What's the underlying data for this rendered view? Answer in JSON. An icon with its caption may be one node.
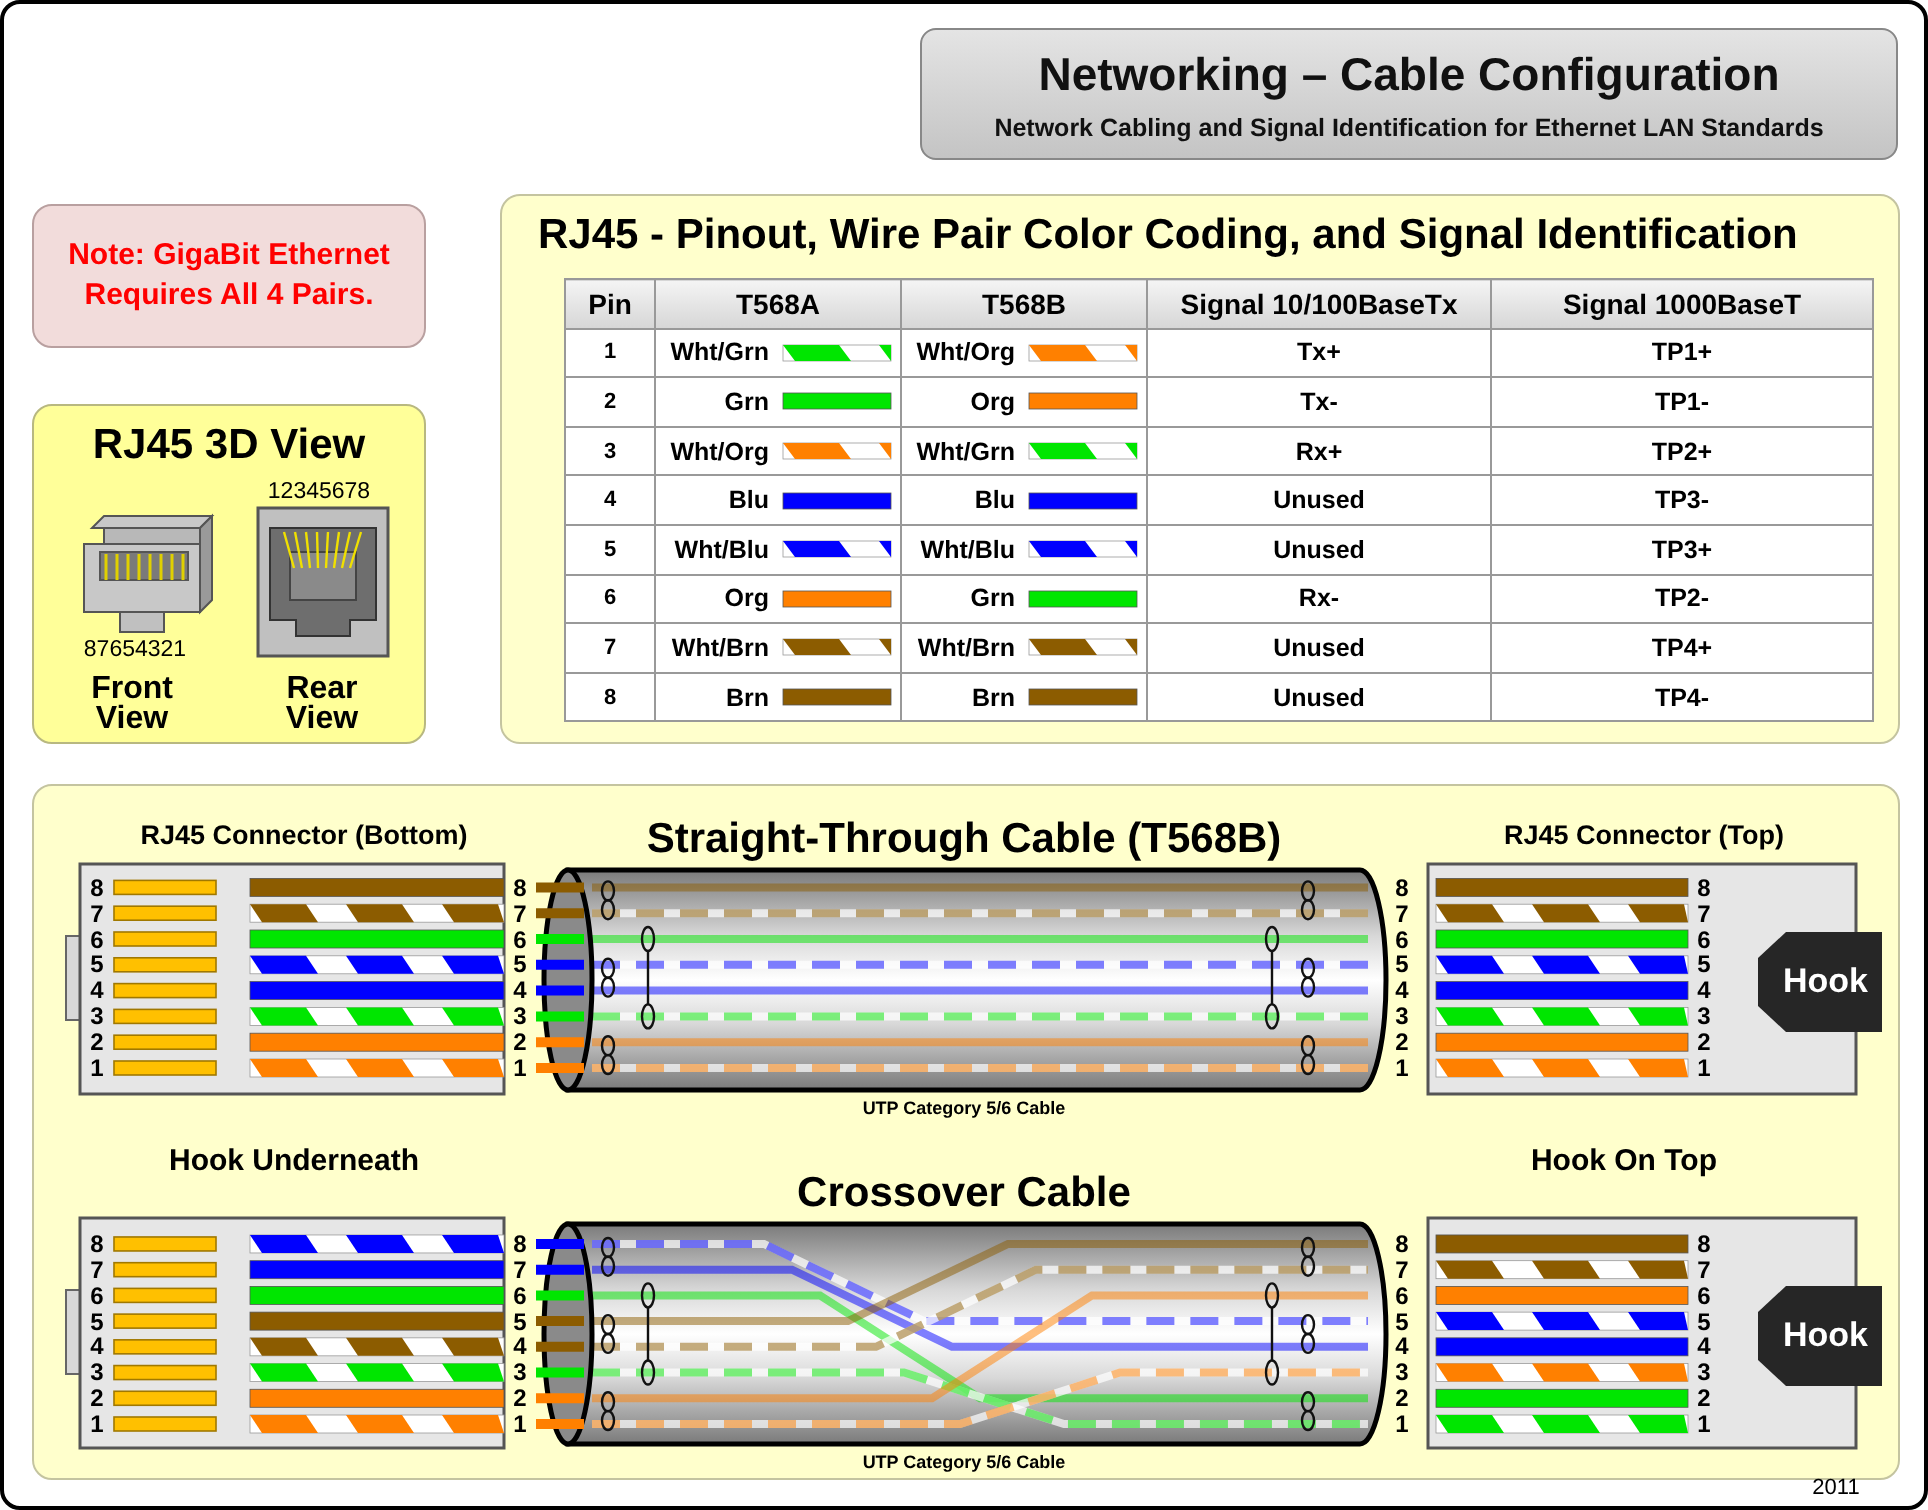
{
  "diagram": {
    "nodes": [
      {
        "text": [
          "Networking – Cable Configuration",
          "Network Cabling and Signal Identification for Ethernet LAN Standards"
        ]
      },
      {
        "text": [
          "Note: GigaBit Ethernet Requires All 4 Pairs."
        ]
      },
      {
        "text": [
          "RJ45 3D View"
        ]
      },
      {
        "text": [
          "RJ45 -  Pinout, Wire Pair Color Coding, and Signal Identification"
        ]
      },
      {
        "text": [],
        "shape": "box"
      },
      {
        "text": [
          "Hook"
        ],
        "in": 4
      },
      {
        "text": [
          "Hook"
        ],
        "in": 4
      }
    ],
    "labels": [
      "12345678",
      "87654321",
      "Front View",
      "Rear View",
      "Pin",
      "T568A",
      "T568B",
      "Signal 10/100BaseTx",
      "Signal 1000BaseT",
      "1",
      "Wht/Grn",
      "Wht/Org",
      "Tx+",
      "TP1+",
      "2",
      "Grn",
      "Org",
      "Tx-",
      "TP1-",
      "3",
      "Wht/Org",
      "Wht/Grn",
      "Rx+",
      "TP2+",
      "4",
      "Blu",
      "Blu",
      "Unused",
      "TP3-",
      "5",
      "Wht/Blu",
      "Wht/Blu",
      "Unused",
      "TP3+",
      "6",
      "Org",
      "Grn",
      "Rx-",
      "TP2-",
      "7",
      "Wht/Brn",
      "Wht/Brn",
      "Unused",
      "TP4+",
      "8",
      "Brn",
      "Brn",
      "Unused",
      "TP4-",
      "RJ45 Connector (Bottom)",
      "Straight-Through Cable (T568B)",
      "RJ45 Connector (Top)",
      "8",
      "8",
      "8",
      "8",
      "7",
      "7",
      "7",
      "7",
      "6",
      "6",
      "6",
      "6",
      "5",
      "5",
      "5",
      "5",
      "4",
      "4",
      "4",
      "4",
      "3",
      "3",
      "3",
      "3",
      "2",
      "2",
      "2",
      "2",
      "1",
      "1",
      "1",
      "1",
      "UTP Category 5/6 Cable",
      "Hook Underneath",
      "Hook On Top",
      "Crossover Cable",
      "8",
      "8",
      "8",
      "8",
      "7",
      "7",
      "7",
      "7",
      "6",
      "6",
      "6",
      "6",
      "5",
      "5",
      "5",
      "5",
      "4",
      "4",
      "4",
      "4",
      "3",
      "3",
      "3",
      "3",
      "2",
      "2",
      "2",
      "2",
      "1",
      "1",
      "1",
      "1",
      "UTP Category 5/6 Cable",
      "2011"
    ]
  }
}
